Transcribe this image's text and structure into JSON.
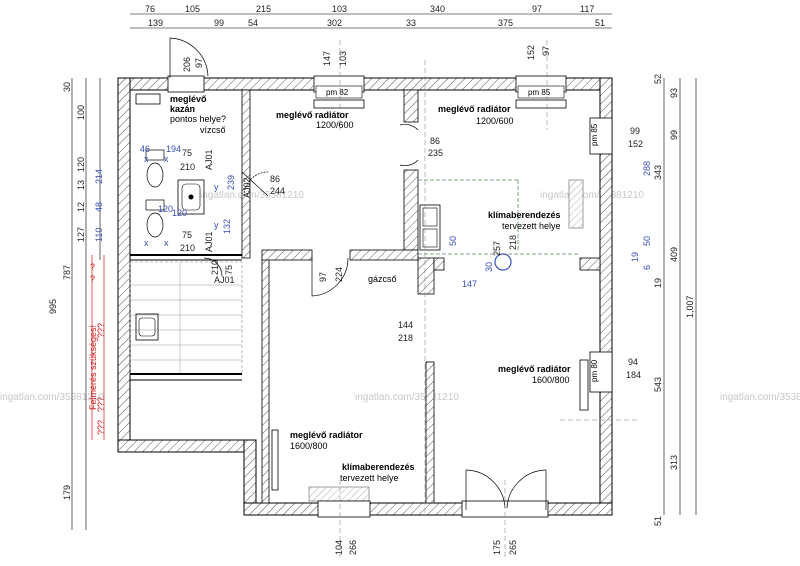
{
  "dims_top_row1": [
    "76",
    "105",
    "215",
    "103",
    "340",
    "97",
    "117"
  ],
  "dims_top_row2": [
    "139",
    "99",
    "54",
    "302",
    "33",
    "375",
    "51"
  ],
  "dims_right_col1": [
    "52",
    "93",
    "99",
    "343",
    "19",
    "543",
    "313",
    "51"
  ],
  "dims_right_col2": [
    "409",
    "1,007"
  ],
  "dims_left_col1": [
    "30",
    "100",
    "120",
    "13",
    "12",
    "127"
  ],
  "dims_left_col2": [
    "787",
    "179"
  ],
  "dims_left_col3": [
    "995"
  ],
  "red": {
    "survey": "Felmérés szükséges!",
    "q1": "?",
    "q2": "?",
    "q3": "???",
    "q4": "???",
    "q5": "???"
  },
  "labels": {
    "kazan1": "meglévő",
    "kazan2": "kazán",
    "kazan3": "pontos helye?",
    "vizcso": "vízcső",
    "rad_tl": "meglévő radiátor",
    "rad_tl_size": "1200/600",
    "rad_tr": "meglévő radiátor",
    "rad_tr_size": "1200/600",
    "klima_r1": "klímaberendezés",
    "klima_r2": "tervezett helye",
    "gazcso": "gázcső",
    "rad_r": "meglévő radiátor",
    "rad_r_size": "1600/800",
    "rad_bl": "meglévő radiátor",
    "rad_bl_size": "1600/800",
    "klima_b1": "klímaberendezés",
    "klima_b2": "tervezett helye"
  },
  "pm": {
    "a": "pm 82",
    "b": "pm 85",
    "c": "pm 85",
    "d": "pm 80"
  },
  "small": {
    "w206": "206",
    "w97a": "97",
    "w147": "147",
    "w103": "103",
    "w152": "152",
    "w97b": "97",
    "w75a": "75",
    "w210a": "210",
    "w75b": "75",
    "w210b": "210",
    "w210c": "210",
    "w75c": "75",
    "aj1": "AJ01",
    "aj2": "AJ01",
    "aj3": "AJ01",
    "aj4": "AJ02",
    "w86a": "86",
    "w244": "244",
    "w86b": "86",
    "w235": "235",
    "w97c": "97",
    "w224": "224",
    "w144": "144",
    "w218": "218",
    "w99": "99",
    "w152b": "152",
    "w94": "94",
    "w184": "184",
    "w104": "104",
    "w266": "266",
    "w175": "175",
    "w265": "265",
    "w257": "257",
    "w218b": "218"
  },
  "blue": {
    "b46": "46",
    "b194": "194",
    "b239": "239",
    "b214": "214",
    "b120a": "120",
    "b120b": "120",
    "b132": "132",
    "b48": "48",
    "b110": "110",
    "b50a": "50",
    "b30": "30",
    "b147": "147",
    "b288": "288",
    "b50b": "50",
    "b19": "19",
    "b6": "6",
    "x": "x",
    "y": "y"
  },
  "watermark": "ingatlan.com/35381210"
}
